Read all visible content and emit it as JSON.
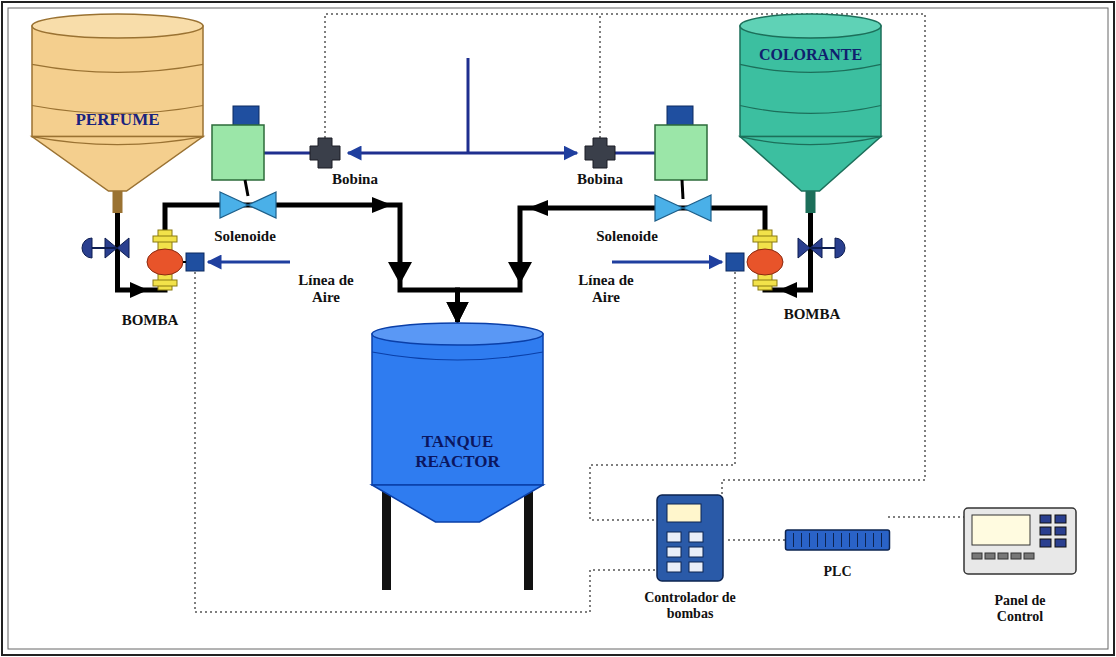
{
  "diagram": {
    "nodes": [
      {
        "text": [
          "PERFUME"
        ]
      },
      {
        "text": [
          "COLORANTE"
        ]
      },
      {
        "text": [
          "TANQUE REACTOR"
        ]
      },
      {
        "text": [
          "Controlador de bombas"
        ]
      },
      {
        "text": [
          "PLC"
        ]
      },
      {
        "text": [
          "Panel de Control"
        ]
      }
    ],
    "edges": [
      {
        "from": 0,
        "to": 2,
        "arrow": "to"
      },
      {
        "from": 1,
        "to": 2,
        "arrow": "to"
      },
      {
        "from": 3,
        "to": 4,
        "arrow": "none"
      },
      {
        "from": 4,
        "to": 5,
        "arrow": "none"
      }
    ],
    "labels": [
      "Bobina",
      "Bobina",
      "Solenoide",
      "Solenoide",
      "Línea de Aire",
      "Línea de Aire",
      "BOMBA",
      "BOMBA"
    ]
  }
}
